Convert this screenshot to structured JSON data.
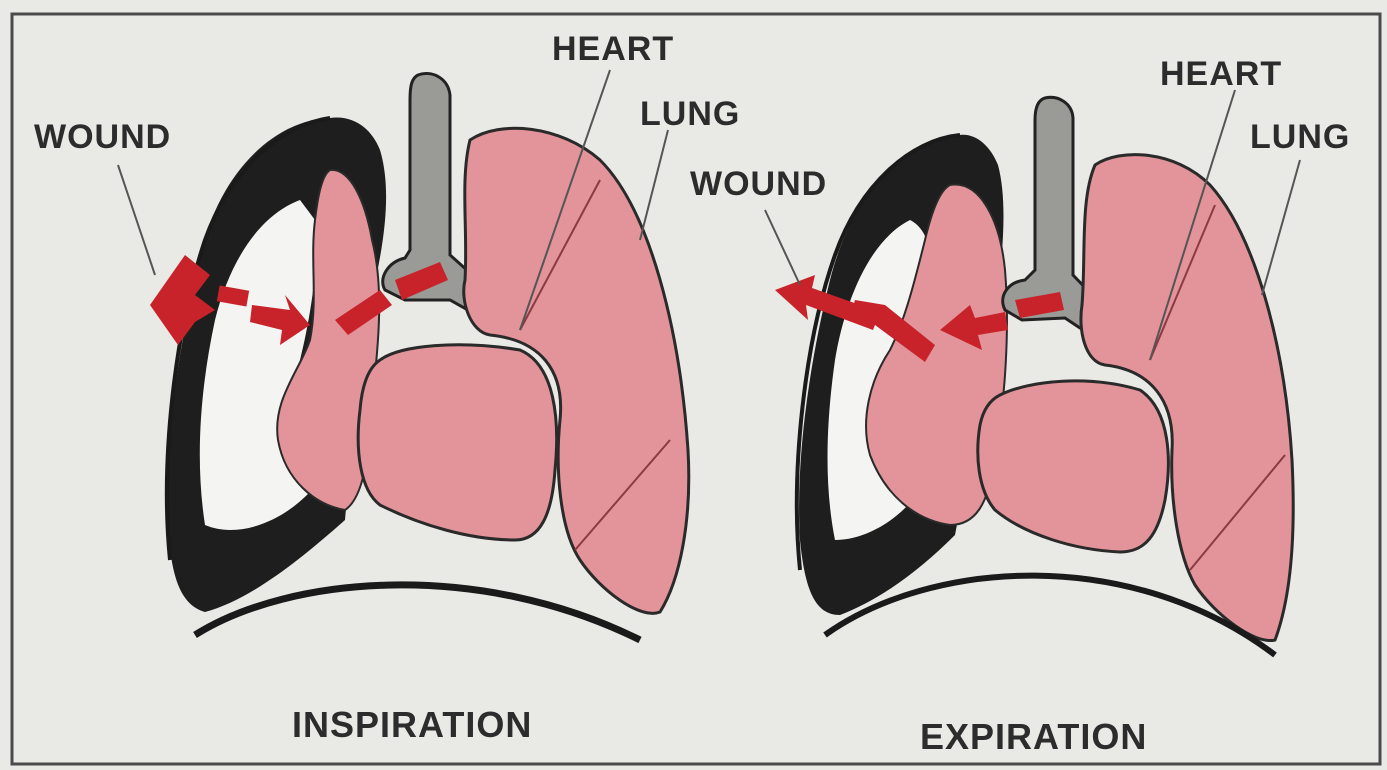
{
  "labels": {
    "left_wound": "WOUND",
    "heart_1": "HEART",
    "lung_1": "LUNG",
    "right_wound": "WOUND",
    "heart_2": "HEART",
    "lung_2": "LUNG",
    "inspiration": "INSPIRATION",
    "expiration": "EXPIRATION"
  },
  "colors": {
    "lung_fill": "#e3939a",
    "arrow": "#c8232b",
    "background": "#e9e9e5",
    "cavity": "#1e1e1e"
  }
}
